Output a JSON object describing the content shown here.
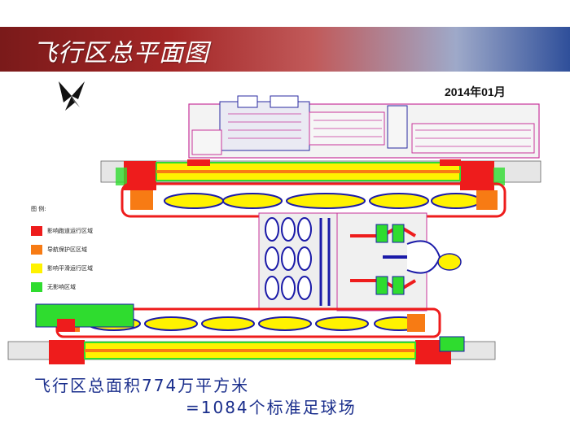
{
  "header": {
    "title": "飞行区总平面图",
    "date_label": "2014年01月"
  },
  "legend": {
    "title": "图 例:",
    "items": [
      {
        "label": "影响跑道运行区域",
        "color": "#ee1c1c"
      },
      {
        "label": "导航保护区区域",
        "color": "#f77b14"
      },
      {
        "label": "影响平滑运行区域",
        "color": "#fff200"
      },
      {
        "label": "无影响区域",
        "color": "#2fdc2f"
      }
    ]
  },
  "colors": {
    "taxiway_outline": "#1a1aa8",
    "pavement": "#e8e8e8",
    "apron_magenta": "#c8349a",
    "caption": "#1a2e8c"
  },
  "caption": {
    "line1": "飞行区总面积774万平方米",
    "line2": "=1084个标准足球场"
  }
}
